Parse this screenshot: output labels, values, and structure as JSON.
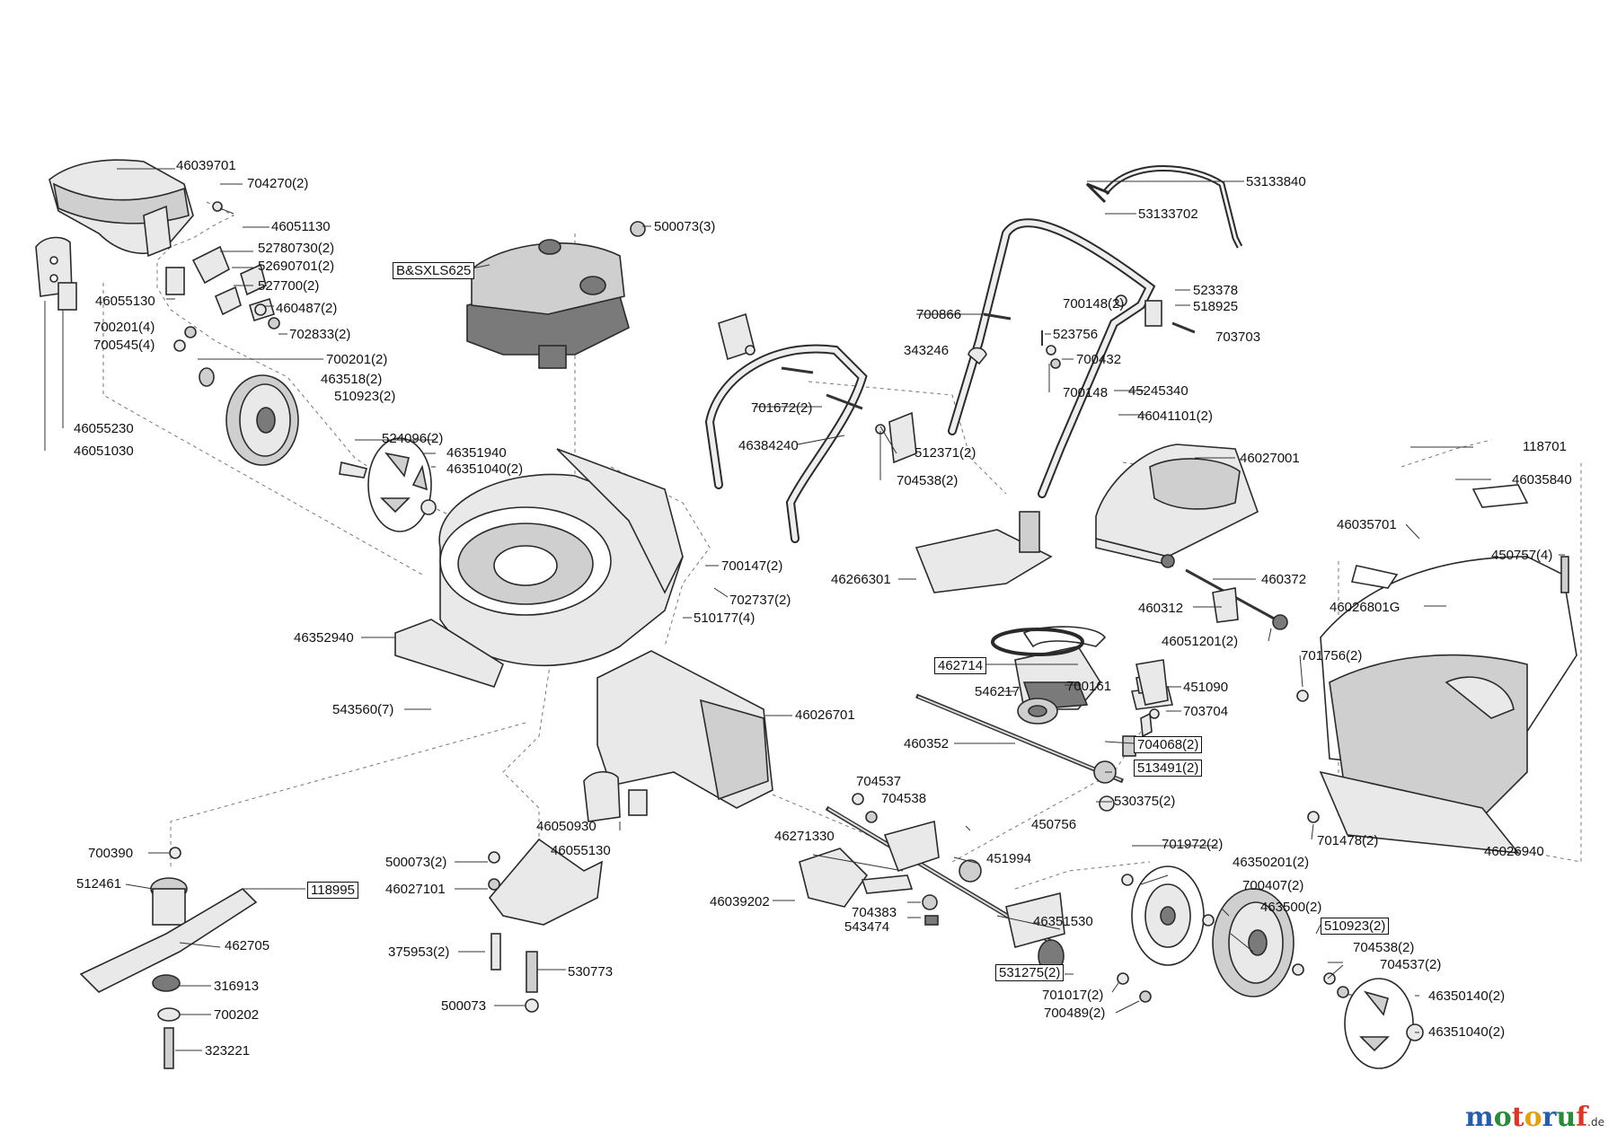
{
  "watermark": {
    "m": "m",
    "o": "o",
    "t": "t",
    "o2": "o",
    "r": "r",
    "u": "u",
    "f": "f",
    "tld": ".de"
  },
  "labels": {
    "p46039701": "46039701",
    "p704270_2": "704270(2)",
    "p46051130": "46051130",
    "p52780730_2": "52780730(2)",
    "p52690701_2": "52690701(2)",
    "p527700_2": "527700(2)",
    "p460487_2": "460487(2)",
    "p702833_2": "702833(2)",
    "p46055130a": "46055130",
    "p700201_4": "700201(4)",
    "p700545_4": "700545(4)",
    "p700201_2": "700201(2)",
    "p463518_2": "463518(2)",
    "p510923_2a": "510923(2)",
    "p46055230": "46055230",
    "p46051030": "46051030",
    "p524096_2": "524096(2)",
    "p46351940": "46351940",
    "p46351040_2a": "46351040(2)",
    "p500073_3": "500073(3)",
    "pBSXLS625": "B&SXLS625",
    "p46352940": "46352940",
    "p543560_7": "543560(7)",
    "p700147_2": "700147(2)",
    "p702737_2": "702737(2)",
    "p510177_4": "510177(4)",
    "p46026701": "46026701",
    "p46050930": "46050930",
    "p46055130b": "46055130",
    "p500073_2": "500073(2)",
    "p46027101": "46027101",
    "p375953_2": "375953(2)",
    "p530773": "530773",
    "p500073": "500073",
    "p700390": "700390",
    "p512461": "512461",
    "p118995": "118995",
    "p462705": "462705",
    "p316913": "316913",
    "p700202": "700202",
    "p323221": "323221",
    "p701672_2": "701672(2)",
    "p46384240": "46384240",
    "p512371_2": "512371(2)",
    "p704538_2a": "704538(2)",
    "p53133840": "53133840",
    "p53133702": "53133702",
    "p523378": "523378",
    "p518925": "518925",
    "p700148_2": "700148(2)",
    "p700866": "700866",
    "p523756": "523756",
    "p703703": "703703",
    "p343246": "343246",
    "p700432": "700432",
    "p700148": "700148",
    "p45245340": "45245340",
    "p46041101_2": "46041101(2)",
    "p46027001": "46027001",
    "p46266301": "46266301",
    "p460372": "460372",
    "p460312": "460312",
    "p46051201_2": "46051201(2)",
    "p118701": "118701",
    "p46035840": "46035840",
    "p46035701": "46035701",
    "p450757_4": "450757(4)",
    "p46026801G": "46026801G",
    "p701756_2": "701756(2)",
    "p701478_2": "701478(2)",
    "p46026940": "46026940",
    "p462714": "462714",
    "p546217": "546217",
    "p700161": "700161",
    "p451090": "451090",
    "p703704": "703704",
    "p460352": "460352",
    "p704068_2": "704068(2)",
    "p513491_2": "513491(2)",
    "p530375_2": "530375(2)",
    "p450756": "450756",
    "p451994": "451994",
    "p704537a": "704537",
    "p704538a": "704538",
    "p46271330": "46271330",
    "p46039202": "46039202",
    "p704383": "704383",
    "p543474": "543474",
    "p46351530": "46351530",
    "p701972_2": "701972(2)",
    "p46350201_2": "46350201(2)",
    "p700407_2": "700407(2)",
    "p463500_2": "463500(2)",
    "p510923_2b": "510923(2)",
    "p704538_2b": "704538(2)",
    "p704537_2": "704537(2)",
    "p46350140_2": "46350140(2)",
    "p46351040_2b": "46351040(2)",
    "p531275_2": "531275(2)",
    "p701017_2": "701017(2)",
    "p700489_2": "700489(2)"
  }
}
